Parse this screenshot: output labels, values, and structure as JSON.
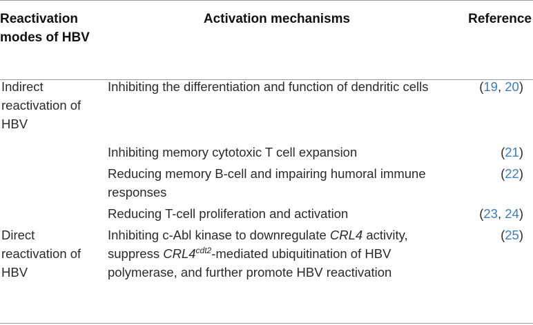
{
  "header": {
    "col_mode": "Reactivation modes of HBV",
    "col_mechanism": "Activation mechanisms",
    "col_reference": "Reference"
  },
  "rows": [
    {
      "mode": "Indirect reactivation of HBV",
      "mechanism": "Inhibiting the differentiation and function of dendritic cells",
      "refs": [
        "19",
        "20"
      ]
    },
    {
      "mode": "",
      "mechanism": "Inhibiting memory cytotoxic T cell expansion",
      "refs": [
        "21"
      ]
    },
    {
      "mode": "",
      "mechanism": "Reducing memory B-cell and impairing humoral immune responses",
      "refs": [
        "22"
      ]
    },
    {
      "mode": "",
      "mechanism": "Reducing T-cell proliferation and activation",
      "refs": [
        "23",
        "24"
      ]
    },
    {
      "mode": "Direct reactivation of HBV",
      "mechanism_parts": {
        "p1": "Inhibiting c-Abl kinase to downregulate ",
        "g1": "CRL4",
        "p2": " activity, suppress ",
        "g2": "CRL4",
        "g2_sup": "cdt2",
        "p3": "-mediated ubiquitination of HBV polymerase, and further promote HBV reactivation"
      },
      "refs": [
        "25"
      ]
    }
  ]
}
